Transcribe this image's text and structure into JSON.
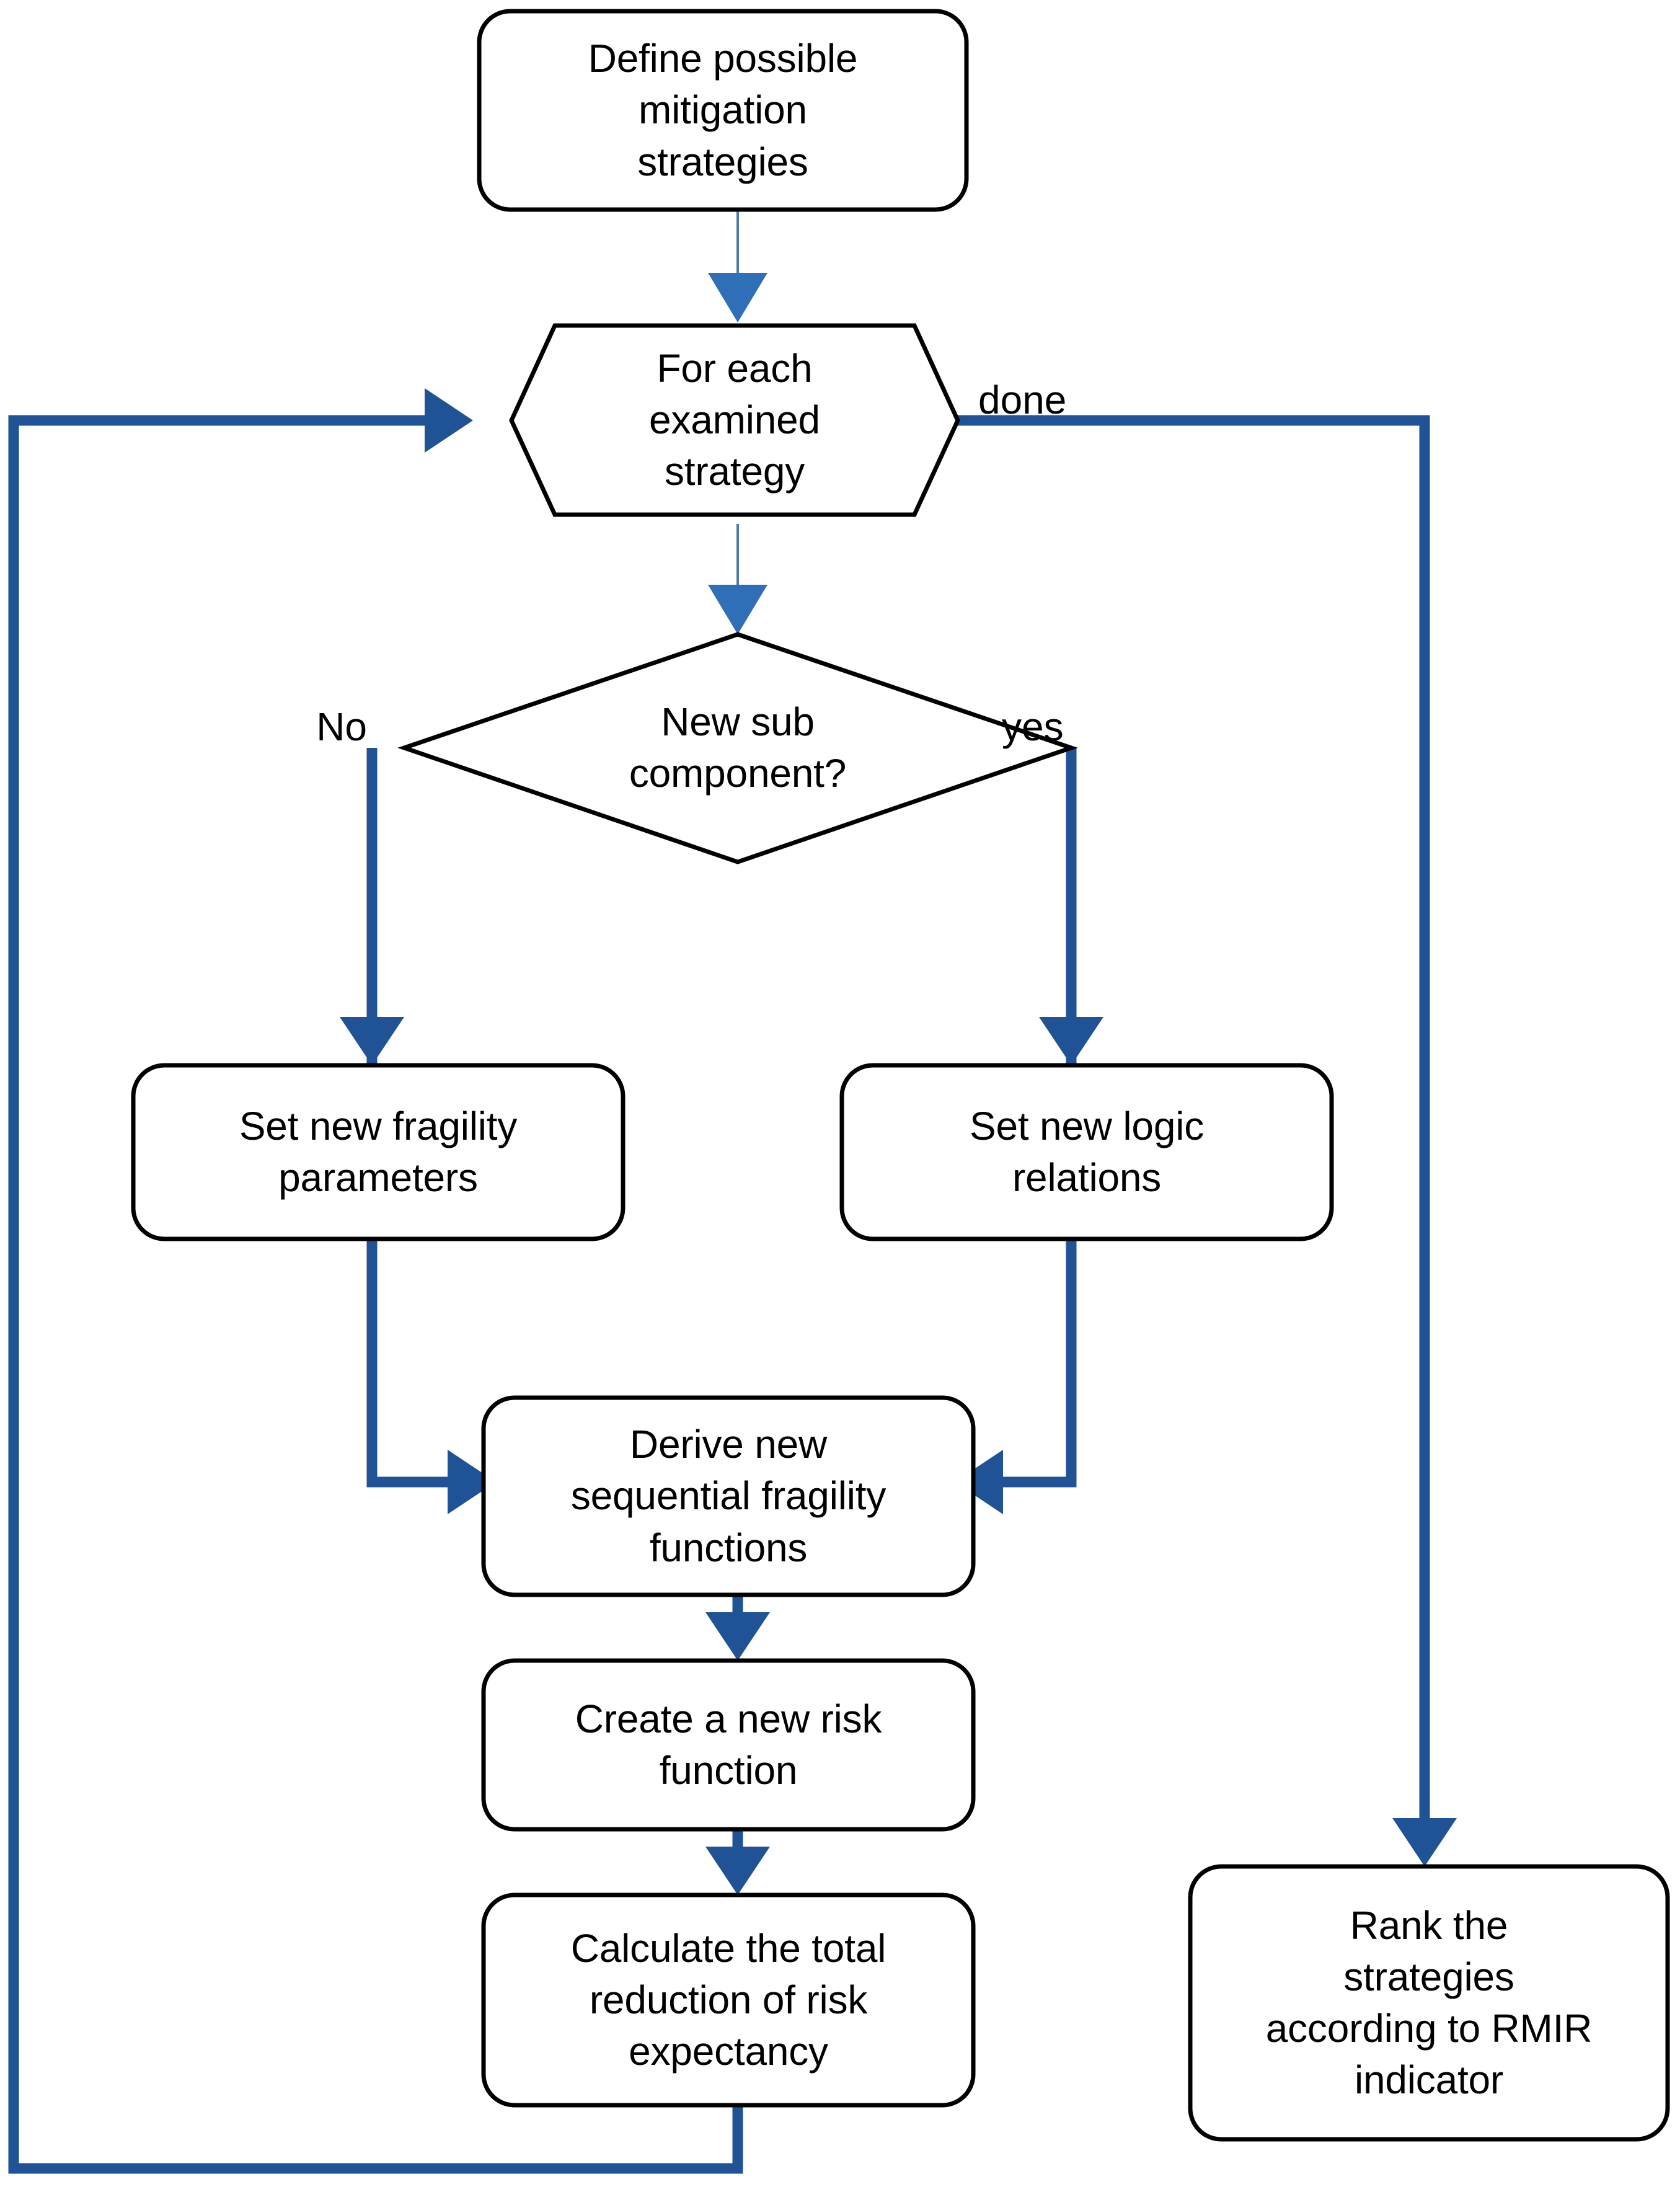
{
  "diagram": {
    "title": "Mitigation strategy evaluation flowchart",
    "accent_color": "#1F5396",
    "thin_arrow_color": "#4C79A8",
    "node_border_color": "#000000",
    "node_fill_color": "#FFFFFF",
    "background_color": "#FFFFFF"
  },
  "nodes": [
    {
      "id": "define-strategies",
      "shape": "rounded-rectangle",
      "label": "Define possible\nmitigation\nstrategies"
    },
    {
      "id": "for-each-strategy",
      "shape": "hexagon",
      "label": "For each\nexamined\nstrategy"
    },
    {
      "id": "new-sub-component",
      "shape": "diamond",
      "label": "New sub\ncomponent?"
    },
    {
      "id": "set-new-fragility-parameters",
      "shape": "rounded-rectangle",
      "label": "Set new fragility\nparameters"
    },
    {
      "id": "set-new-logic-relations",
      "shape": "rounded-rectangle",
      "label": "Set new logic\nrelations"
    },
    {
      "id": "derive-sequential-fragility",
      "shape": "rounded-rectangle",
      "label": "Derive new\nsequential fragility\nfunctions"
    },
    {
      "id": "create-new-risk-function",
      "shape": "rounded-rectangle",
      "label": "Create a new risk\nfunction"
    },
    {
      "id": "calculate-risk-reduction",
      "shape": "rounded-rectangle",
      "label": "Calculate the total\nreduction of risk\nexpectancy"
    },
    {
      "id": "rank-strategies",
      "shape": "rounded-rectangle",
      "label": "Rank the\nstrategies\naccording to RMIR\nindicator"
    }
  ],
  "edge_labels": {
    "done": "done",
    "no": "No",
    "yes": "yes"
  },
  "edges": [
    {
      "id": "define-to-foreach",
      "from": "define-strategies",
      "to": "for-each-strategy",
      "label": "",
      "style": "thin"
    },
    {
      "id": "foreach-to-decision",
      "from": "for-each-strategy",
      "to": "new-sub-component",
      "label": "",
      "style": "thin"
    },
    {
      "id": "foreach-done-to-rank",
      "from": "for-each-strategy",
      "to": "rank-strategies",
      "label": "done",
      "style": "thick"
    },
    {
      "id": "decision-no-to-fragility",
      "from": "new-sub-component",
      "to": "set-new-fragility-parameters",
      "label": "No",
      "style": "thick"
    },
    {
      "id": "decision-yes-to-logic",
      "from": "new-sub-component",
      "to": "set-new-logic-relations",
      "label": "yes",
      "style": "thick"
    },
    {
      "id": "fragility-to-derive",
      "from": "set-new-fragility-parameters",
      "to": "derive-sequential-fragility",
      "label": "",
      "style": "thick"
    },
    {
      "id": "logic-to-derive",
      "from": "set-new-logic-relations",
      "to": "derive-sequential-fragility",
      "label": "",
      "style": "thick"
    },
    {
      "id": "derive-to-create-risk",
      "from": "derive-sequential-fragility",
      "to": "create-new-risk-function",
      "label": "",
      "style": "thick"
    },
    {
      "id": "create-risk-to-calculate",
      "from": "create-new-risk-function",
      "to": "calculate-risk-reduction",
      "label": "",
      "style": "thick"
    },
    {
      "id": "calculate-back-to-foreach",
      "from": "calculate-risk-reduction",
      "to": "for-each-strategy",
      "label": "",
      "style": "thick"
    }
  ]
}
